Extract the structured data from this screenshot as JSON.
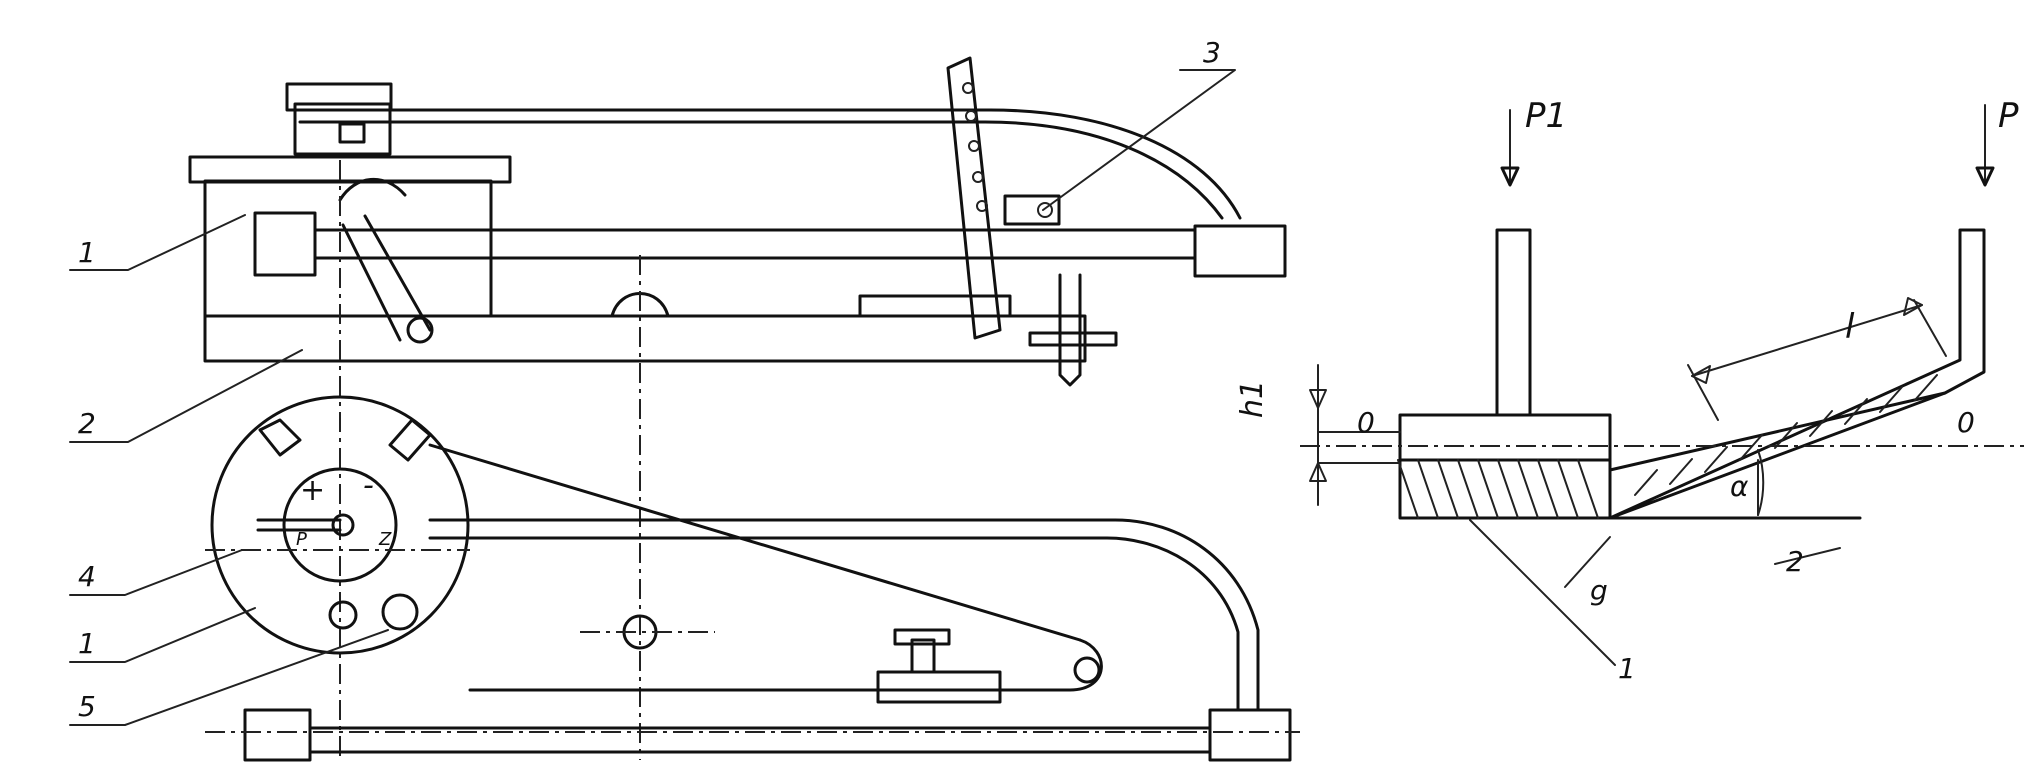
{
  "diagram": {
    "left_figure_labels": [
      {
        "id": "label-1-top",
        "text": "1"
      },
      {
        "id": "label-2",
        "text": "2"
      },
      {
        "id": "label-3",
        "text": "3"
      },
      {
        "id": "label-4",
        "text": "4"
      },
      {
        "id": "label-1-mid",
        "text": "1"
      },
      {
        "id": "label-5",
        "text": "5"
      }
    ],
    "dial_labels": {
      "plus": "+",
      "minus": "-",
      "p": "P",
      "z": "Z"
    },
    "right_figure_labels": {
      "p1": "P1",
      "p2": "P",
      "h1": "h1",
      "o_left": "0",
      "o_right": "0",
      "l": "l",
      "alpha": "α",
      "g": "g",
      "two": "2",
      "one": "1"
    }
  },
  "colors": {
    "ink": "#111111",
    "paper": "#ffffff"
  }
}
